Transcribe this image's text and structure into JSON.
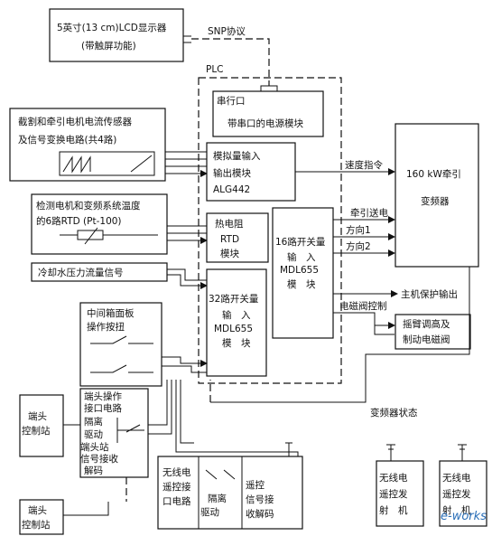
{
  "diagram": {
    "lcd": {
      "line1": "5英寸(13 cm)LCD显示器",
      "line2": "(带触屏功能)"
    },
    "snp_label": "SNP协议",
    "plc_label": "PLC",
    "power_module": {
      "line1": "串行口",
      "line2": "带串口的电源模块"
    },
    "current_sensor": {
      "line1": "截割和牵引电机电流传感器",
      "line2": "及信号变换电路(共4路)"
    },
    "analog_module": {
      "line1": "模拟量输入",
      "line2": "输出模块",
      "line3": "ALG442"
    },
    "speed_cmd": "速度指令",
    "inverter": {
      "line1": "160 kW牵引",
      "line2": "变频器"
    },
    "temp_detect": {
      "line1": "检测电机和变频系统温度",
      "line2": "的6路RTD (Pt-100)"
    },
    "rtd_module": {
      "line1": "热电阻",
      "line2": "RTD",
      "line3": "模块"
    },
    "out16": {
      "line1": "16路开关量",
      "line2": "输　入",
      "line3": "MDL655",
      "line4": "模　块"
    },
    "traction_send": "牵引送电",
    "dir1": "方向1",
    "dir2": "方向2",
    "cooling": "冷却水压力流量信号",
    "in32": {
      "line1": "32路开关量",
      "line2": "输　入",
      "line3": "MDL655",
      "line4": "模　块"
    },
    "main_protect": "主机保护输出",
    "solenoid_ctrl": "电磁阀控制",
    "swing": {
      "line1": "摇臂调高及",
      "line2": "制动电磁阀"
    },
    "panel": {
      "line1": "中间箱面板",
      "line2": "操作按扭"
    },
    "inverter_status": "变频器状态",
    "end_station_top": {
      "line1": "端头",
      "line2": "控制站"
    },
    "end_interface": {
      "line1": "端头操作",
      "line2": "接口电路"
    },
    "isolation_drive": {
      "line1": "隔离",
      "line2": "驱动"
    },
    "end_receiver": {
      "line1": "端头站",
      "line2": "信号接收",
      "line3": "解码"
    },
    "end_station_bottom": {
      "line1": "端头",
      "line2": "控制站"
    },
    "wireless_interface": {
      "line1": "无线电",
      "line2": "遥控接",
      "line3": "口电路"
    },
    "isolation_drive2": {
      "line1": "隔离",
      "line2": "驱动"
    },
    "remote_decode": {
      "line1": "遥控",
      "line2": "信号接",
      "line3": "收解码"
    },
    "tx1": {
      "line1": "无线电",
      "line2": "遥控发",
      "line3": "射　机"
    },
    "tx2": {
      "line1": "无线电",
      "line2": "遥控发",
      "line3": "射　机"
    },
    "watermark": "e-works"
  }
}
